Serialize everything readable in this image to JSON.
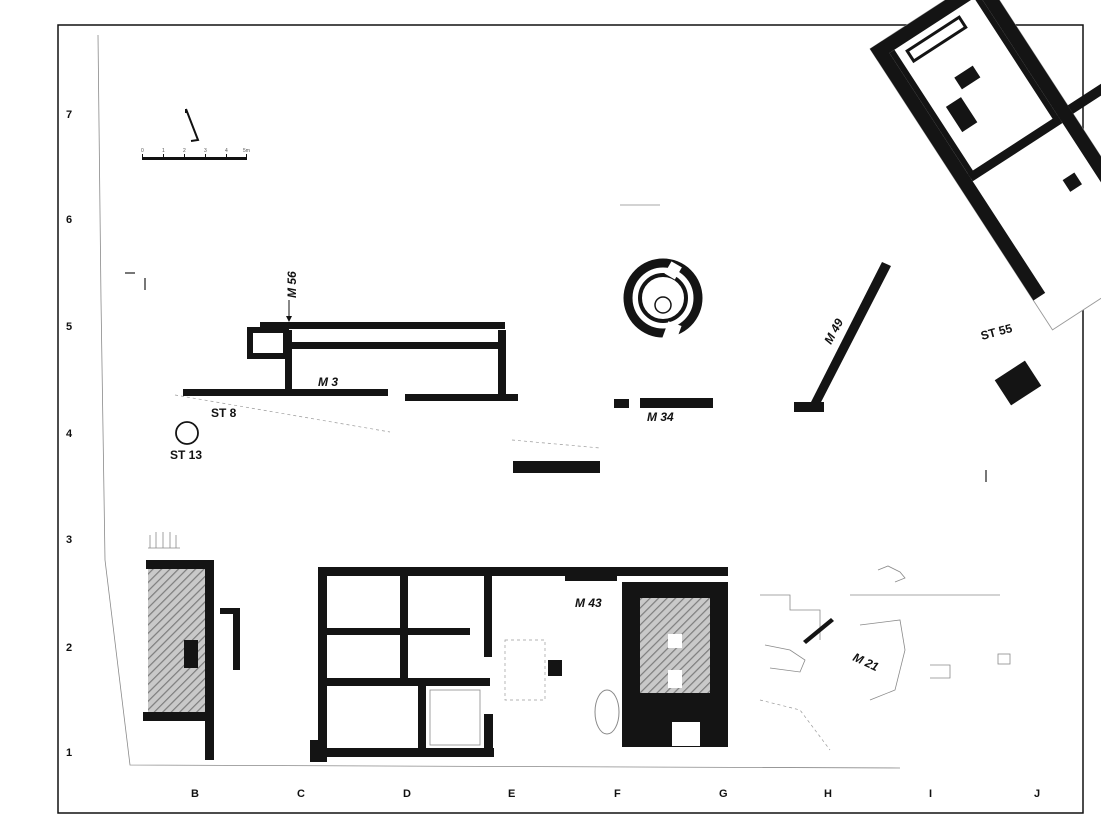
{
  "row_labels": [
    "7",
    "6",
    "5",
    "4",
    "3",
    "2",
    "1"
  ],
  "column_labels": [
    "B",
    "C",
    "D",
    "E",
    "F",
    "G",
    "H",
    "I",
    "J"
  ],
  "features": {
    "m56": "M 56",
    "m3": "M 3",
    "st8": "ST 8",
    "st13": "ST 13",
    "m34": "M 34",
    "m49": "M 49",
    "st55": "ST 55",
    "m43": "M 43",
    "m21": "M 21"
  },
  "scale_bar": {
    "ticks": [
      "0",
      "1",
      "2",
      "3",
      "4",
      "5m"
    ]
  },
  "colors": {
    "wall": "#141414",
    "hatch": "#7d7d7d"
  }
}
